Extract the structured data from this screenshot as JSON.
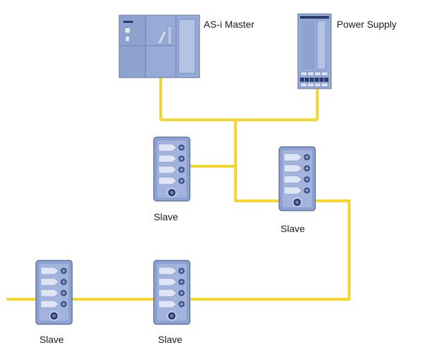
{
  "labels": {
    "master": "AS-i Master",
    "power_supply": "Power Supply",
    "slave": "Slave"
  },
  "colors": {
    "cable": "#f5d62a",
    "device_fill": "#8fa4d2",
    "device_light": "#b4c2e4",
    "device_stroke": "#5f73aa",
    "device_dark": "#2b3c70",
    "label_text": "#1a1a1a",
    "background": "#ffffff"
  },
  "devices": [
    {
      "id": "master",
      "type": "as-i-master",
      "label_key": "master"
    },
    {
      "id": "power",
      "type": "power-supply",
      "label_key": "power_supply"
    },
    {
      "id": "slave-1",
      "type": "slave-module",
      "label_key": "slave"
    },
    {
      "id": "slave-2",
      "type": "slave-module",
      "label_key": "slave"
    },
    {
      "id": "slave-3",
      "type": "slave-module",
      "label_key": "slave"
    },
    {
      "id": "slave-4",
      "type": "slave-module",
      "label_key": "slave"
    }
  ]
}
